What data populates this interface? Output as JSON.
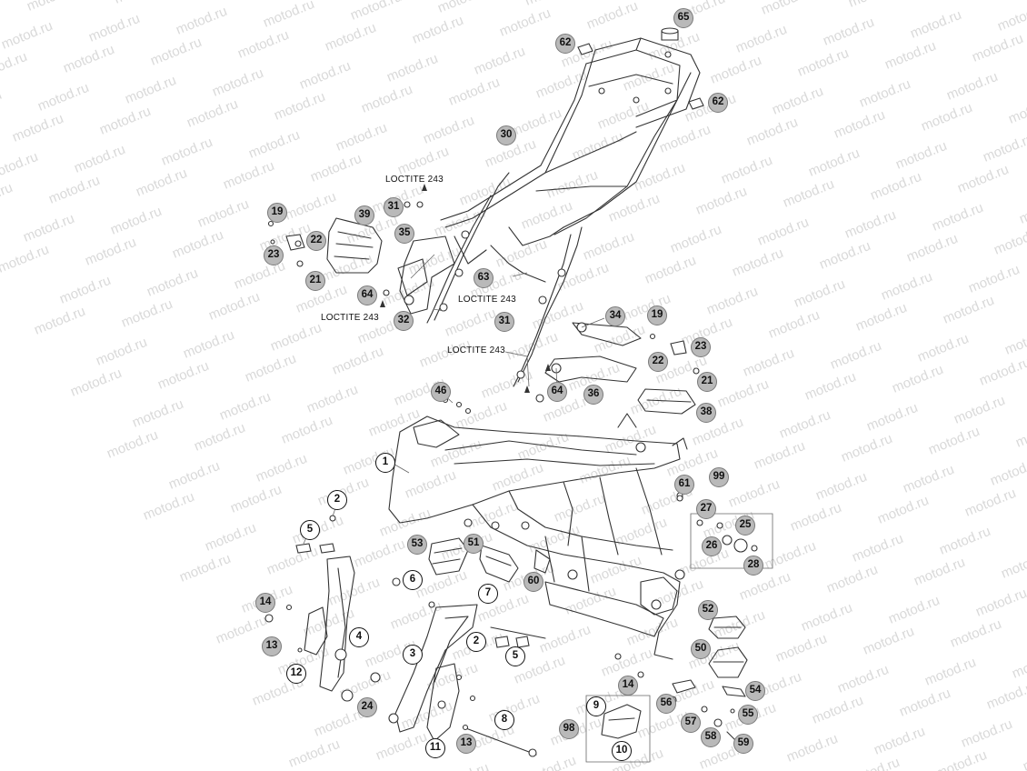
{
  "watermark": "motod.ru",
  "loctite_label": "LOCTITE 243",
  "callouts": [
    {
      "id": "c62a",
      "label": "62",
      "style": "grey"
    },
    {
      "id": "c65",
      "label": "65",
      "style": "grey"
    },
    {
      "id": "c62b",
      "label": "62",
      "style": "grey"
    },
    {
      "id": "c30",
      "label": "30",
      "style": "grey"
    },
    {
      "id": "c19a",
      "label": "19",
      "style": "grey"
    },
    {
      "id": "c39",
      "label": "39",
      "style": "grey"
    },
    {
      "id": "c31a",
      "label": "31",
      "style": "grey"
    },
    {
      "id": "c35",
      "label": "35",
      "style": "grey"
    },
    {
      "id": "c22a",
      "label": "22",
      "style": "grey"
    },
    {
      "id": "c23a",
      "label": "23",
      "style": "grey"
    },
    {
      "id": "c21a",
      "label": "21",
      "style": "grey"
    },
    {
      "id": "c64a",
      "label": "64",
      "style": "grey"
    },
    {
      "id": "c63",
      "label": "63",
      "style": "grey"
    },
    {
      "id": "c32",
      "label": "32",
      "style": "grey"
    },
    {
      "id": "c31b",
      "label": "31",
      "style": "grey"
    },
    {
      "id": "c34",
      "label": "34",
      "style": "grey"
    },
    {
      "id": "c19b",
      "label": "19",
      "style": "grey"
    },
    {
      "id": "c23b",
      "label": "23",
      "style": "grey"
    },
    {
      "id": "c22b",
      "label": "22",
      "style": "grey"
    },
    {
      "id": "c21b",
      "label": "21",
      "style": "grey"
    },
    {
      "id": "c46",
      "label": "46",
      "style": "grey"
    },
    {
      "id": "c64b",
      "label": "64",
      "style": "grey"
    },
    {
      "id": "c36",
      "label": "36",
      "style": "grey"
    },
    {
      "id": "c38",
      "label": "38",
      "style": "grey"
    },
    {
      "id": "c1",
      "label": "1",
      "style": "plain"
    },
    {
      "id": "c61",
      "label": "61",
      "style": "grey"
    },
    {
      "id": "c99",
      "label": "99",
      "style": "grey"
    },
    {
      "id": "c2a",
      "label": "2",
      "style": "plain"
    },
    {
      "id": "c27",
      "label": "27",
      "style": "grey"
    },
    {
      "id": "c25",
      "label": "25",
      "style": "grey"
    },
    {
      "id": "c5a",
      "label": "5",
      "style": "plain"
    },
    {
      "id": "c26",
      "label": "26",
      "style": "grey"
    },
    {
      "id": "c53",
      "label": "53",
      "style": "grey"
    },
    {
      "id": "c51",
      "label": "51",
      "style": "grey"
    },
    {
      "id": "c28",
      "label": "28",
      "style": "grey"
    },
    {
      "id": "c6",
      "label": "6",
      "style": "plain"
    },
    {
      "id": "c60",
      "label": "60",
      "style": "grey"
    },
    {
      "id": "c7",
      "label": "7",
      "style": "plain"
    },
    {
      "id": "c14a",
      "label": "14",
      "style": "grey"
    },
    {
      "id": "c52",
      "label": "52",
      "style": "grey"
    },
    {
      "id": "c4",
      "label": "4",
      "style": "plain"
    },
    {
      "id": "c13a",
      "label": "13",
      "style": "grey"
    },
    {
      "id": "c2b",
      "label": "2",
      "style": "plain"
    },
    {
      "id": "c3",
      "label": "3",
      "style": "plain"
    },
    {
      "id": "c5b",
      "label": "5",
      "style": "plain"
    },
    {
      "id": "c50",
      "label": "50",
      "style": "grey"
    },
    {
      "id": "c12",
      "label": "12",
      "style": "plain"
    },
    {
      "id": "c14b",
      "label": "14",
      "style": "grey"
    },
    {
      "id": "c54",
      "label": "54",
      "style": "grey"
    },
    {
      "id": "c24",
      "label": "24",
      "style": "grey"
    },
    {
      "id": "c9",
      "label": "9",
      "style": "plain"
    },
    {
      "id": "c56",
      "label": "56",
      "style": "grey"
    },
    {
      "id": "c55",
      "label": "55",
      "style": "grey"
    },
    {
      "id": "c8",
      "label": "8",
      "style": "plain"
    },
    {
      "id": "c57",
      "label": "57",
      "style": "grey"
    },
    {
      "id": "c98",
      "label": "98",
      "style": "grey"
    },
    {
      "id": "c58",
      "label": "58",
      "style": "grey"
    },
    {
      "id": "c11",
      "label": "11",
      "style": "plain"
    },
    {
      "id": "c13b",
      "label": "13",
      "style": "grey"
    },
    {
      "id": "c10",
      "label": "10",
      "style": "plain"
    },
    {
      "id": "c59",
      "label": "59",
      "style": "grey"
    }
  ]
}
